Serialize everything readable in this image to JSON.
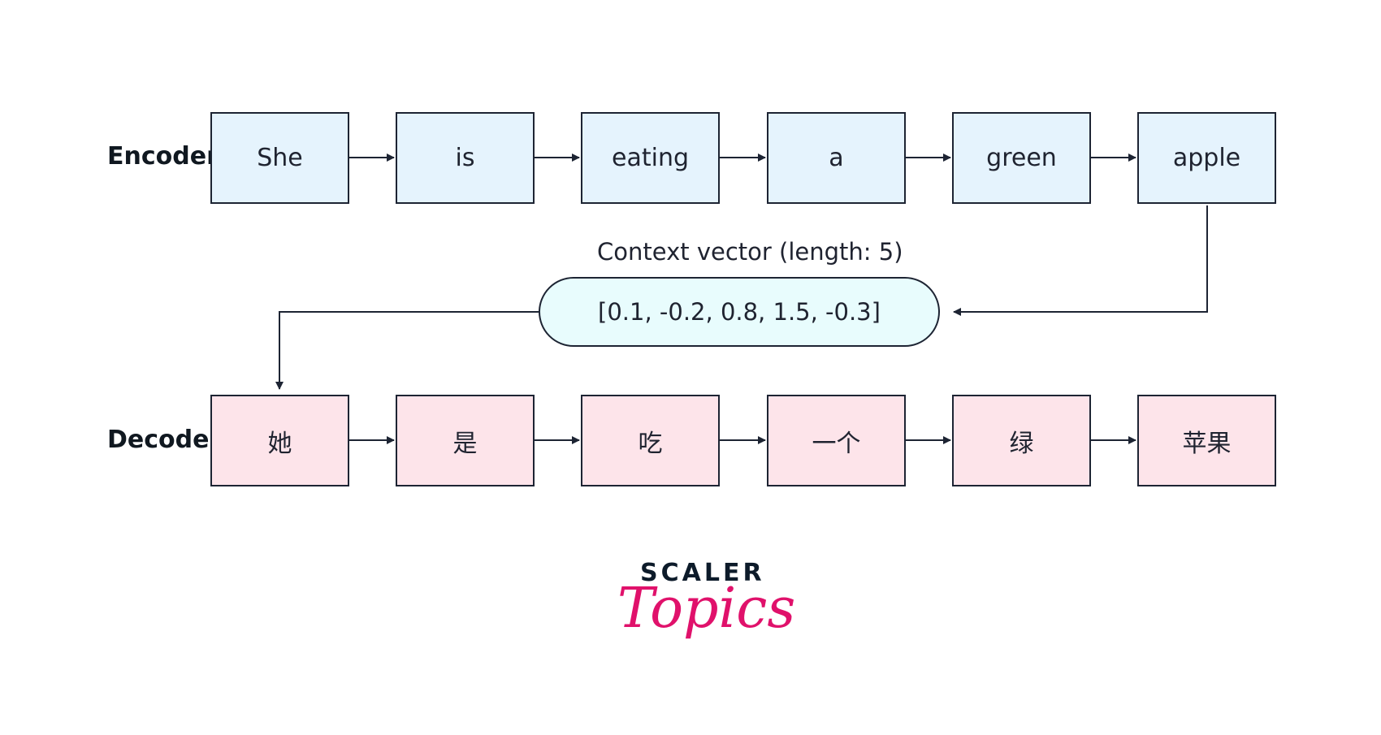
{
  "encoder": {
    "label": "Encoder",
    "tokens": [
      "She",
      "is",
      "eating",
      "a",
      "green",
      "apple"
    ]
  },
  "decoder": {
    "label": "Decoder",
    "tokens": [
      "她",
      "是",
      "吃",
      "一个",
      "绿",
      "苹果"
    ]
  },
  "context": {
    "label": "Context vector (length: 5)",
    "vector": "[0.1, -0.2, 0.8, 1.5, -0.3]"
  },
  "logo": {
    "top": "SCALER",
    "script": "Topics"
  },
  "colors": {
    "encoder_fill": "#e5f3fd",
    "decoder_fill": "#fde4ea",
    "context_fill": "#e8fcfd",
    "stroke": "#1d2433",
    "brand_pink": "#e0116b",
    "brand_navy": "#0d1b2a"
  }
}
